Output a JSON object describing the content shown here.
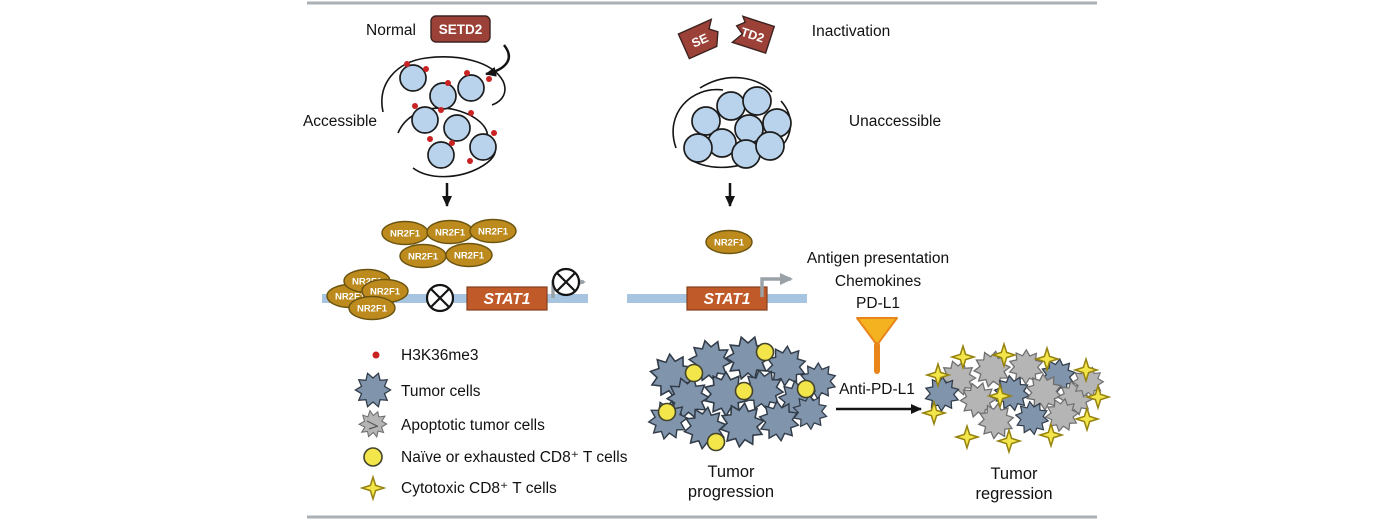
{
  "left_panel": {
    "state_label": "Normal",
    "enzyme_label": "SETD2",
    "chromatin_label": "Accessible",
    "tf_label": "NR2F1",
    "gene_label": "STAT1"
  },
  "right_panel": {
    "enzyme_fragment1": "SE",
    "enzyme_fragment2": "TD2",
    "state_label": "Inactivation",
    "chromatin_label": "Unaccessible",
    "tf_label": "NR2F1",
    "gene_label": "STAT1",
    "outputs": [
      "Antigen presentation",
      "Chemokines",
      "PD-L1"
    ],
    "antibody_label": "Anti-PD-L1",
    "progression_label": [
      "Tumor",
      "progression"
    ],
    "regression_label": [
      "Tumor",
      "regression"
    ]
  },
  "legend": {
    "items": [
      {
        "icon": "h3k36me3-icon",
        "label": "H3K36me3"
      },
      {
        "icon": "tumor-cell-icon",
        "label": "Tumor cells"
      },
      {
        "icon": "apoptotic-tumor-cell-icon",
        "label": "Apoptotic tumor cells"
      },
      {
        "icon": "naive-cd8-t-cell-icon",
        "label": "Naïve or exhausted CD8⁺ T cells"
      },
      {
        "icon": "cytotoxic-cd8-t-cell-icon",
        "label": "Cytotoxic CD8⁺ T cells"
      }
    ]
  },
  "colors": {
    "setd2": "#9c4137",
    "nr2f1": "#bd8a1e",
    "stat1": "#c05a28",
    "gene_bar": "#a7c4e0",
    "nucleosome": "#bad3ec",
    "h3k36me3": "#c92323",
    "tumor_cell": "#8095ac",
    "apoptotic_cell": "#b5b5b5",
    "t_cell_yellow": "#f3e64b",
    "antibody_orange": "#f4b220",
    "gray_arrow": "#9aa2a8"
  }
}
